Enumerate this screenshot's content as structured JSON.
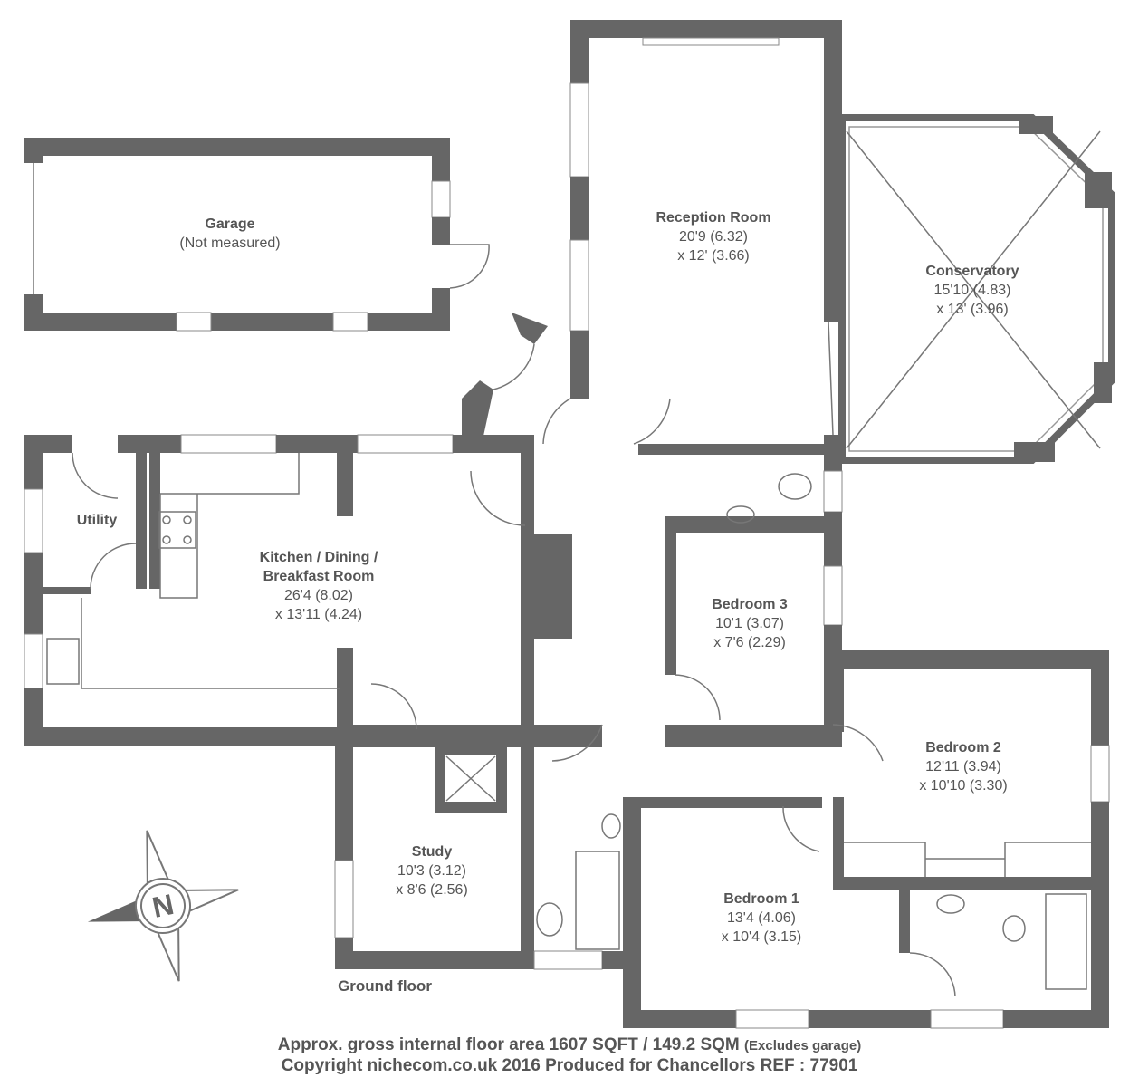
{
  "rooms": {
    "garage": {
      "name": "Garage",
      "dims": "(Not measured)"
    },
    "reception": {
      "name": "Reception Room",
      "dim1": "20'9 (6.32)",
      "dim2": "x 12' (3.66)"
    },
    "conservatory": {
      "name": "Conservatory",
      "dim1": "15'10 (4.83)",
      "dim2": "x 13' (3.96)"
    },
    "utility": {
      "name": "Utility"
    },
    "kitchen": {
      "name1": "Kitchen / Dining /",
      "name2": "Breakfast Room",
      "dim1": "26'4 (8.02)",
      "dim2": "x 13'11 (4.24)"
    },
    "bedroom3": {
      "name": "Bedroom 3",
      "dim1": "10'1 (3.07)",
      "dim2": "x 7'6 (2.29)"
    },
    "bedroom2": {
      "name": "Bedroom 2",
      "dim1": "12'11 (3.94)",
      "dim2": "x 10'10 (3.30)"
    },
    "study": {
      "name": "Study",
      "dim1": "10'3 (3.12)",
      "dim2": "x 8'6 (2.56)"
    },
    "bedroom1": {
      "name": "Bedroom 1",
      "dim1": "13'4 (4.06)",
      "dim2": "x 10'4 (3.15)"
    }
  },
  "floor_label": "Ground floor",
  "compass_letter": "N",
  "footer": {
    "area": "Approx. gross internal floor area 1607 SQFT / 149.2 SQM",
    "area_note": "(Excludes garage)",
    "copyright": "Copyright nichecom.co.uk 2016 Produced for Chancellors REF : 77901"
  }
}
